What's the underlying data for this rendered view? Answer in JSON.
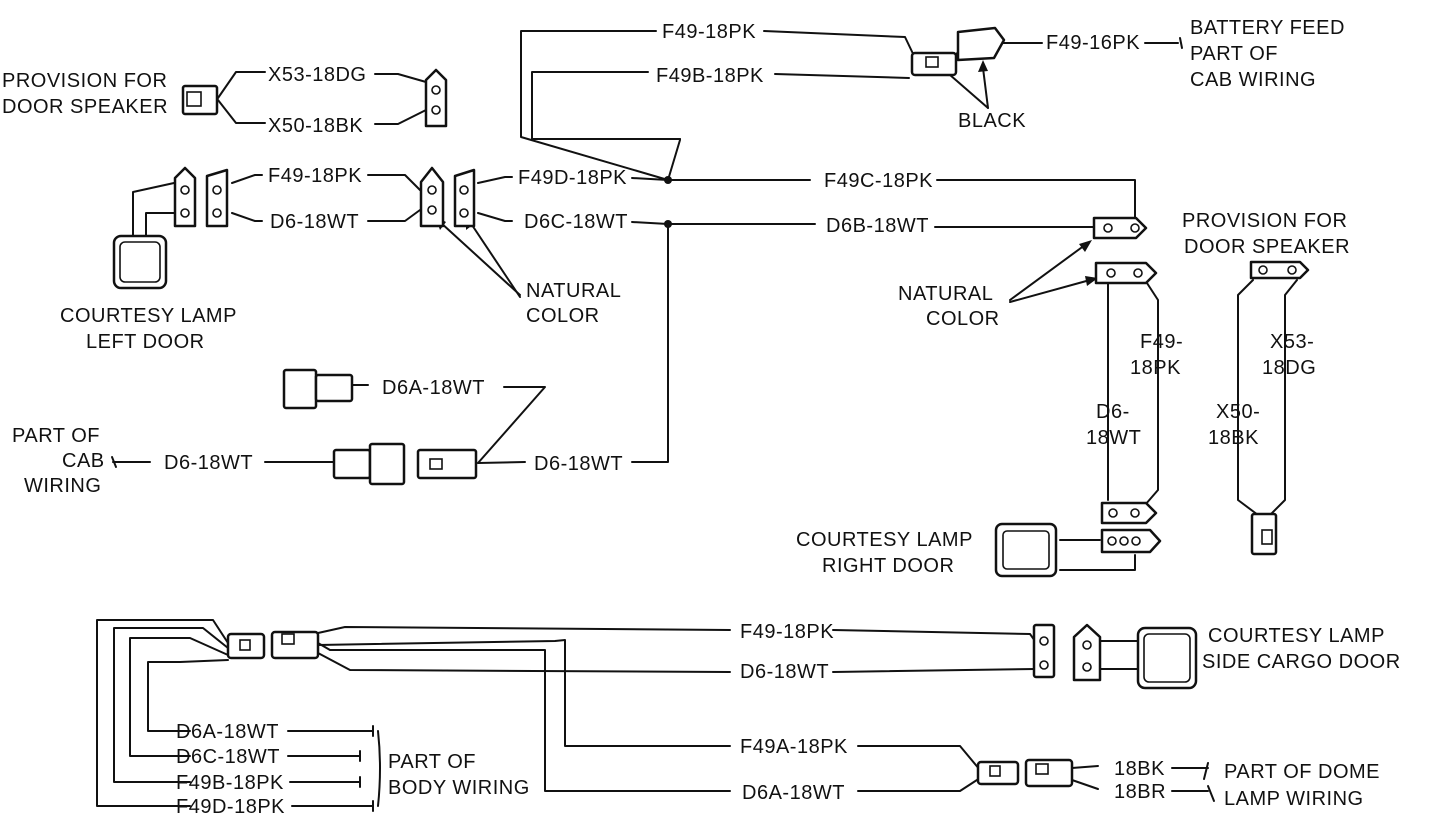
{
  "labels": {
    "prov_speaker_left_1": "PROVISION FOR",
    "prov_speaker_left_2": "DOOR SPEAKER",
    "x53_left": "X53-18DG",
    "x50_left": "X50-18BK",
    "f49_top": "F49-18PK",
    "f49b_top": "F49B-18PK",
    "black": "BLACK",
    "f49_16pk": "F49-16PK",
    "battery_1": "BATTERY FEED",
    "battery_2": "PART OF",
    "battery_3": "CAB WIRING",
    "f49_ld": "F49-18PK",
    "d6_ld": "D6-18WT",
    "f49d_mid": "F49D-18PK",
    "d6c_mid": "D6C-18WT",
    "f49c": "F49C-18PK",
    "d6b": "D6B-18WT",
    "natural_left_1": "NATURAL",
    "natural_left_2": "COLOR",
    "courtesy_left_1": "COURTESY LAMP",
    "courtesy_left_2": "LEFT DOOR",
    "natural_right_1": "NATURAL",
    "natural_right_2": "COLOR",
    "prov_speaker_right_1": "PROVISION FOR",
    "prov_speaker_right_2": "DOOR SPEAKER",
    "f49_rd_1": "F49-",
    "f49_rd_2": "18PK",
    "x53_rd_1": "X53-",
    "x53_rd_2": "18DG",
    "d6_rd_1": "D6-",
    "d6_rd_2": "18WT",
    "x50_rd_1": "X50-",
    "x50_rd_2": "18BK",
    "d6a_mid": "D6A-18WT",
    "cab_1": "PART OF",
    "cab_2": "CAB",
    "cab_3": "WIRING",
    "d6_cab": "D6-18WT",
    "d6_cab_right": "D6-18WT",
    "courtesy_right_1": "COURTESY LAMP",
    "courtesy_right_2": "RIGHT DOOR",
    "f49_cargo": "F49-18PK",
    "d6_cargo": "D6-18WT",
    "courtesy_cargo_1": "COURTESY LAMP",
    "courtesy_cargo_2": "SIDE CARGO DOOR",
    "d6a_body": "D6A-18WT",
    "d6c_body": "D6C-18WT",
    "f49b_body": "F49B-18PK",
    "f49d_body": "F49D-18PK",
    "body_1": "PART OF",
    "body_2": "BODY WIRING",
    "f49a": "F49A-18PK",
    "d6a_bottom": "D6A-18WT",
    "w18bk": "18BK",
    "w18br": "18BR",
    "dome_1": "PART OF DOME",
    "dome_2": "LAMP WIRING"
  }
}
